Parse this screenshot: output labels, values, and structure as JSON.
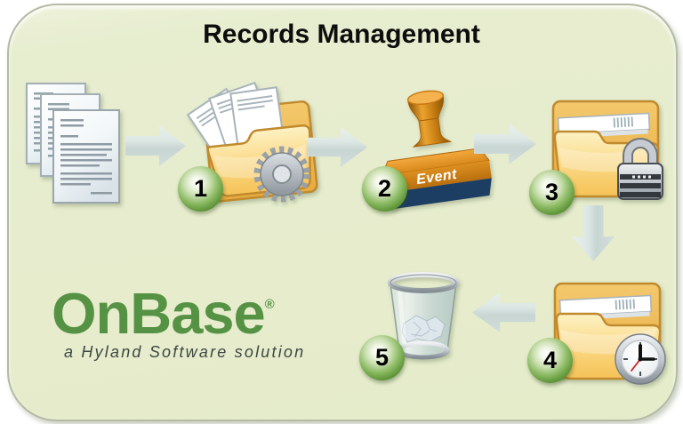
{
  "title": "Records Management",
  "colors": {
    "card_background": "#e6ecca",
    "accent_green": "#569244",
    "badge_green": "#4e8a2f",
    "folder_yellow": "#f6c863",
    "stamp_orange": "#d98d1f",
    "stamp_navy": "#1d3e63",
    "arrow_gray": "#ccd9d6",
    "tagline_gray": "#3e4743",
    "title_color": "#0d0d0d"
  },
  "flow": {
    "source": {
      "icon": "document-stack"
    },
    "steps": [
      {
        "number": "1",
        "icon": "folder-gear"
      },
      {
        "number": "2",
        "icon": "event-stamp",
        "stamp_label": "Event"
      },
      {
        "number": "3",
        "icon": "folder-lock"
      },
      {
        "number": "4",
        "icon": "folder-clock"
      },
      {
        "number": "5",
        "icon": "trash-bin"
      }
    ]
  },
  "logo": {
    "name": "OnBase",
    "registered_mark": "®",
    "tagline": "a Hyland Software solution"
  }
}
